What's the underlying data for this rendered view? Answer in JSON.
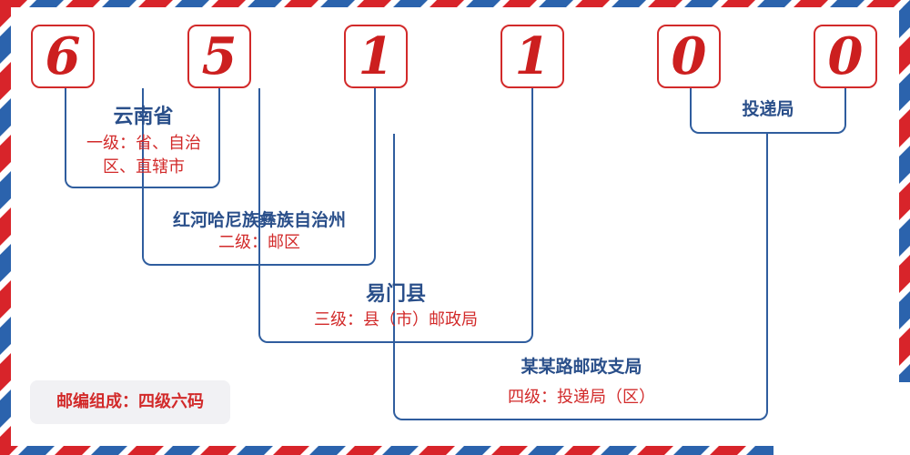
{
  "digits": [
    "6",
    "5",
    "1",
    "1",
    "0",
    "0"
  ],
  "levels": {
    "province": {
      "title": "云南省",
      "desc": "一级：省、自治区、直辖市"
    },
    "district": {
      "title": "红河哈尼族彝族自治州",
      "desc": "二级：邮区"
    },
    "county": {
      "title": "易门县",
      "desc": "三级：县（市）邮政局"
    },
    "branch": {
      "title": "某某路邮政支局",
      "desc": "四级：投递局（区）"
    },
    "delivery": {
      "title": "投递局"
    }
  },
  "composition_label": "邮编组成：四级六码",
  "colors": {
    "red": "#d22a2a",
    "blue": "#2f5d9e",
    "border_red": "#d8242a",
    "border_blue": "#2b63ad"
  }
}
